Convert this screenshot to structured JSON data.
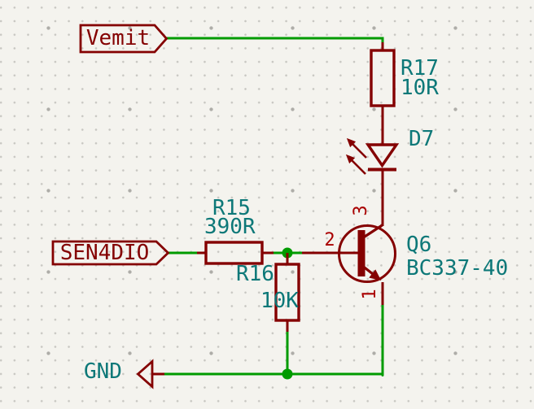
{
  "colors": {
    "background": "#f4f3ee",
    "wire": "#009b00",
    "outline": "#840000",
    "pin_number": "#a90000",
    "annotation_text": "#0d7878",
    "grid_dot": "#c7c6c1",
    "grid_major": "#aeada8"
  },
  "net_labels": {
    "vemit": "Vemit",
    "sen4dio": "SEN4DIO"
  },
  "power": {
    "gnd": "GND"
  },
  "components": {
    "r17": {
      "reference": "R17",
      "value": "10R"
    },
    "d7": {
      "reference": "D7"
    },
    "q6": {
      "reference": "Q6",
      "value": "BC337-40",
      "pins": {
        "collector": "3",
        "base": "2",
        "emitter": "1"
      }
    },
    "r15": {
      "reference": "R15",
      "value": "390R"
    },
    "r16": {
      "reference": "R16",
      "value": "10K"
    }
  }
}
